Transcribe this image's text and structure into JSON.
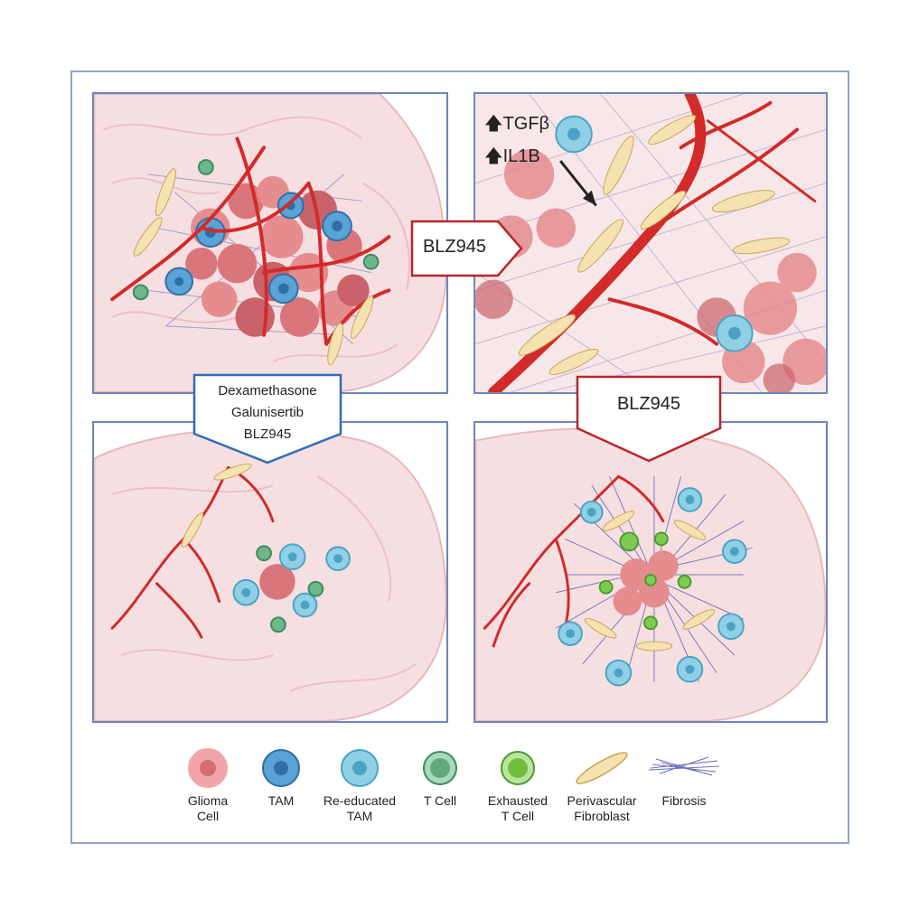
{
  "callouts": {
    "top_middle": "BLZ945",
    "right_middle": "BLZ945",
    "left_middle": [
      "Dexamethasone",
      "Galunisertib",
      "BLZ945"
    ]
  },
  "annotations": {
    "tgfb": "TGFβ",
    "il1b": "IL1B"
  },
  "legend": [
    {
      "line1": "Glioma",
      "line2": "Cell",
      "icon": "glioma-cell-icon"
    },
    {
      "line1": "TAM",
      "line2": "",
      "icon": "tam-icon"
    },
    {
      "line1": "Re-educated",
      "line2": "TAM",
      "icon": "re-educated-tam-icon"
    },
    {
      "line1": "T Cell",
      "line2": "",
      "icon": "t-cell-icon"
    },
    {
      "line1": "Exhausted",
      "line2": "T Cell",
      "icon": "exhausted-t-cell-icon"
    },
    {
      "line1": "Perivascular",
      "line2": "Fibroblast",
      "icon": "perivascular-fibroblast-icon"
    },
    {
      "line1": "Fibrosis",
      "line2": "",
      "icon": "fibrosis-icon"
    }
  ],
  "colors": {
    "panel_border": "#6f86bd",
    "red_arrow": "#b8252d",
    "blue_arrow": "#2f6db3",
    "brain": "#f6dfe1",
    "vessel": "#d32a2a",
    "glioma": "#e58c8f",
    "tam": "#5aa3d6",
    "re_tam": "#8fd0e6",
    "t_cell": "#6db78a",
    "exhausted": "#7ccc52",
    "fibroblast": "#f4e2b0",
    "fibrosis": "#6a6fb8"
  }
}
